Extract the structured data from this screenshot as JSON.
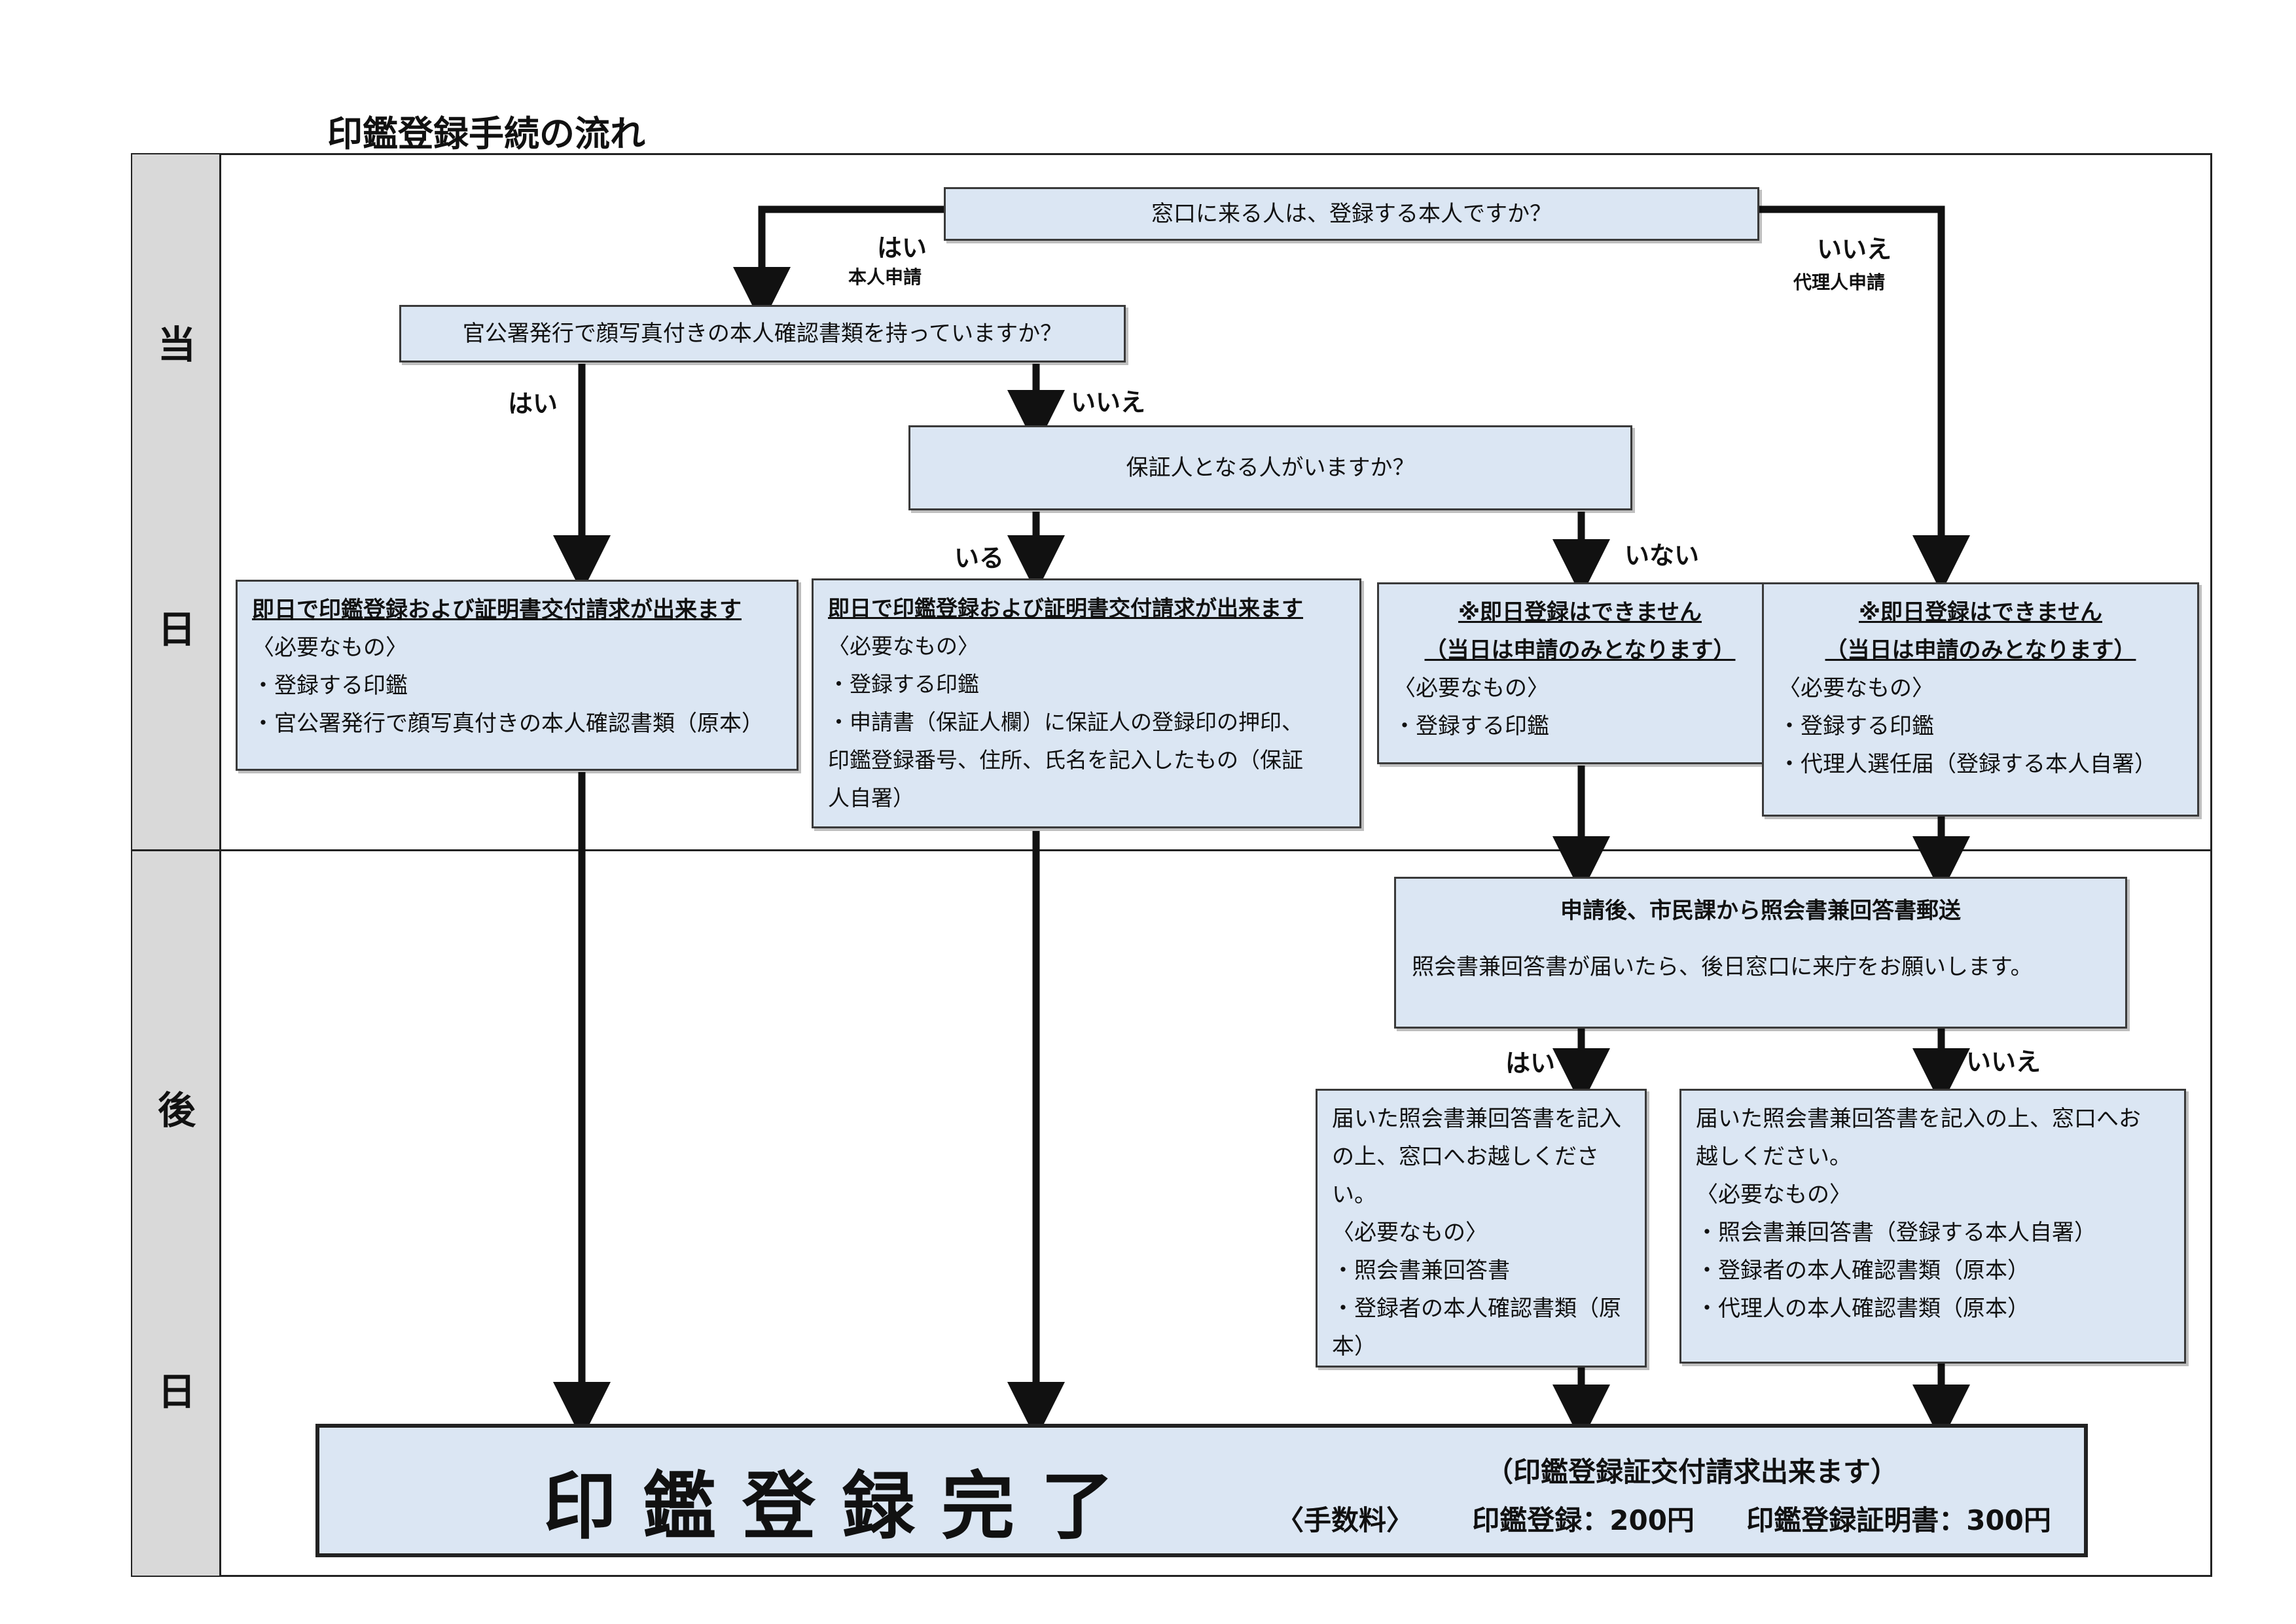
{
  "title": "印鑑登録手続の流れ",
  "side": {
    "top1": "当",
    "top2": "日",
    "bottom1": "後",
    "bottom2": "日"
  },
  "q1": "窓口に来る人は、登録する本人ですか？",
  "q1_yes": "はい",
  "q1_yes_sub": "本人申請",
  "q1_no": "いいえ",
  "q1_no_sub": "代理人申請",
  "q2": "官公署発行で顔写真付きの本人確認書類を持っていますか？",
  "q2_yes": "はい",
  "q2_no": "いいえ",
  "q3": "保証人となる人がいますか？",
  "q3_yes": "いる",
  "q3_no": "いない",
  "boxA": {
    "head": "即日で印鑑登録および証明書交付請求が出来ます",
    "lines": [
      "〈必要なもの〉",
      "・登録する印鑑",
      "・官公署発行で顔写真付きの本人確認書類（原本）"
    ]
  },
  "boxB": {
    "head": "即日で印鑑登録および証明書交付請求が出来ます",
    "lines": [
      "〈必要なもの〉",
      "・登録する印鑑",
      "・申請書（保証人欄）に保証人の登録印の押印、",
      "印鑑登録番号、住所、氏名を記入したもの（保証",
      "人自署）"
    ]
  },
  "boxC": {
    "head1": "※即日登録はできません",
    "head2": "（当日は申請のみとなります）",
    "lines": [
      "〈必要なもの〉",
      "・登録する印鑑"
    ]
  },
  "boxD": {
    "head1": "※即日登録はできません",
    "head2": "（当日は申請のみとなります）",
    "lines": [
      "〈必要なもの〉",
      "・登録する印鑑",
      "・代理人選任届（登録する本人自署）"
    ]
  },
  "mail": {
    "head": "申請後、市民課から照会書兼回答書郵送",
    "body": "照会書兼回答書が届いたら、後日窓口に来庁をお願いします。"
  },
  "mail_yes": "はい",
  "mail_no": "いいえ",
  "boxE": {
    "lines": [
      "届いた照会書兼回答書を記入",
      "の上、窓口へお越しください。",
      "〈必要なもの〉",
      "・照会書兼回答書",
      "・登録者の本人確認書類（原",
      "本）"
    ]
  },
  "boxF": {
    "lines": [
      "届いた照会書兼回答書を記入の上、窓口へお",
      "越しください。",
      "〈必要なもの〉",
      "・照会書兼回答書（登録する本人自署）",
      "・登録者の本人確認書類（原本）",
      "・代理人の本人確認書類（原本）"
    ]
  },
  "final": {
    "main": "印鑑登録完了",
    "note": "（印鑑登録証交付請求出来ます）",
    "fee_label": "〈手数料〉",
    "fee_reg": "印鑑登録：200円",
    "fee_cert": "印鑑登録証明書：300円"
  }
}
